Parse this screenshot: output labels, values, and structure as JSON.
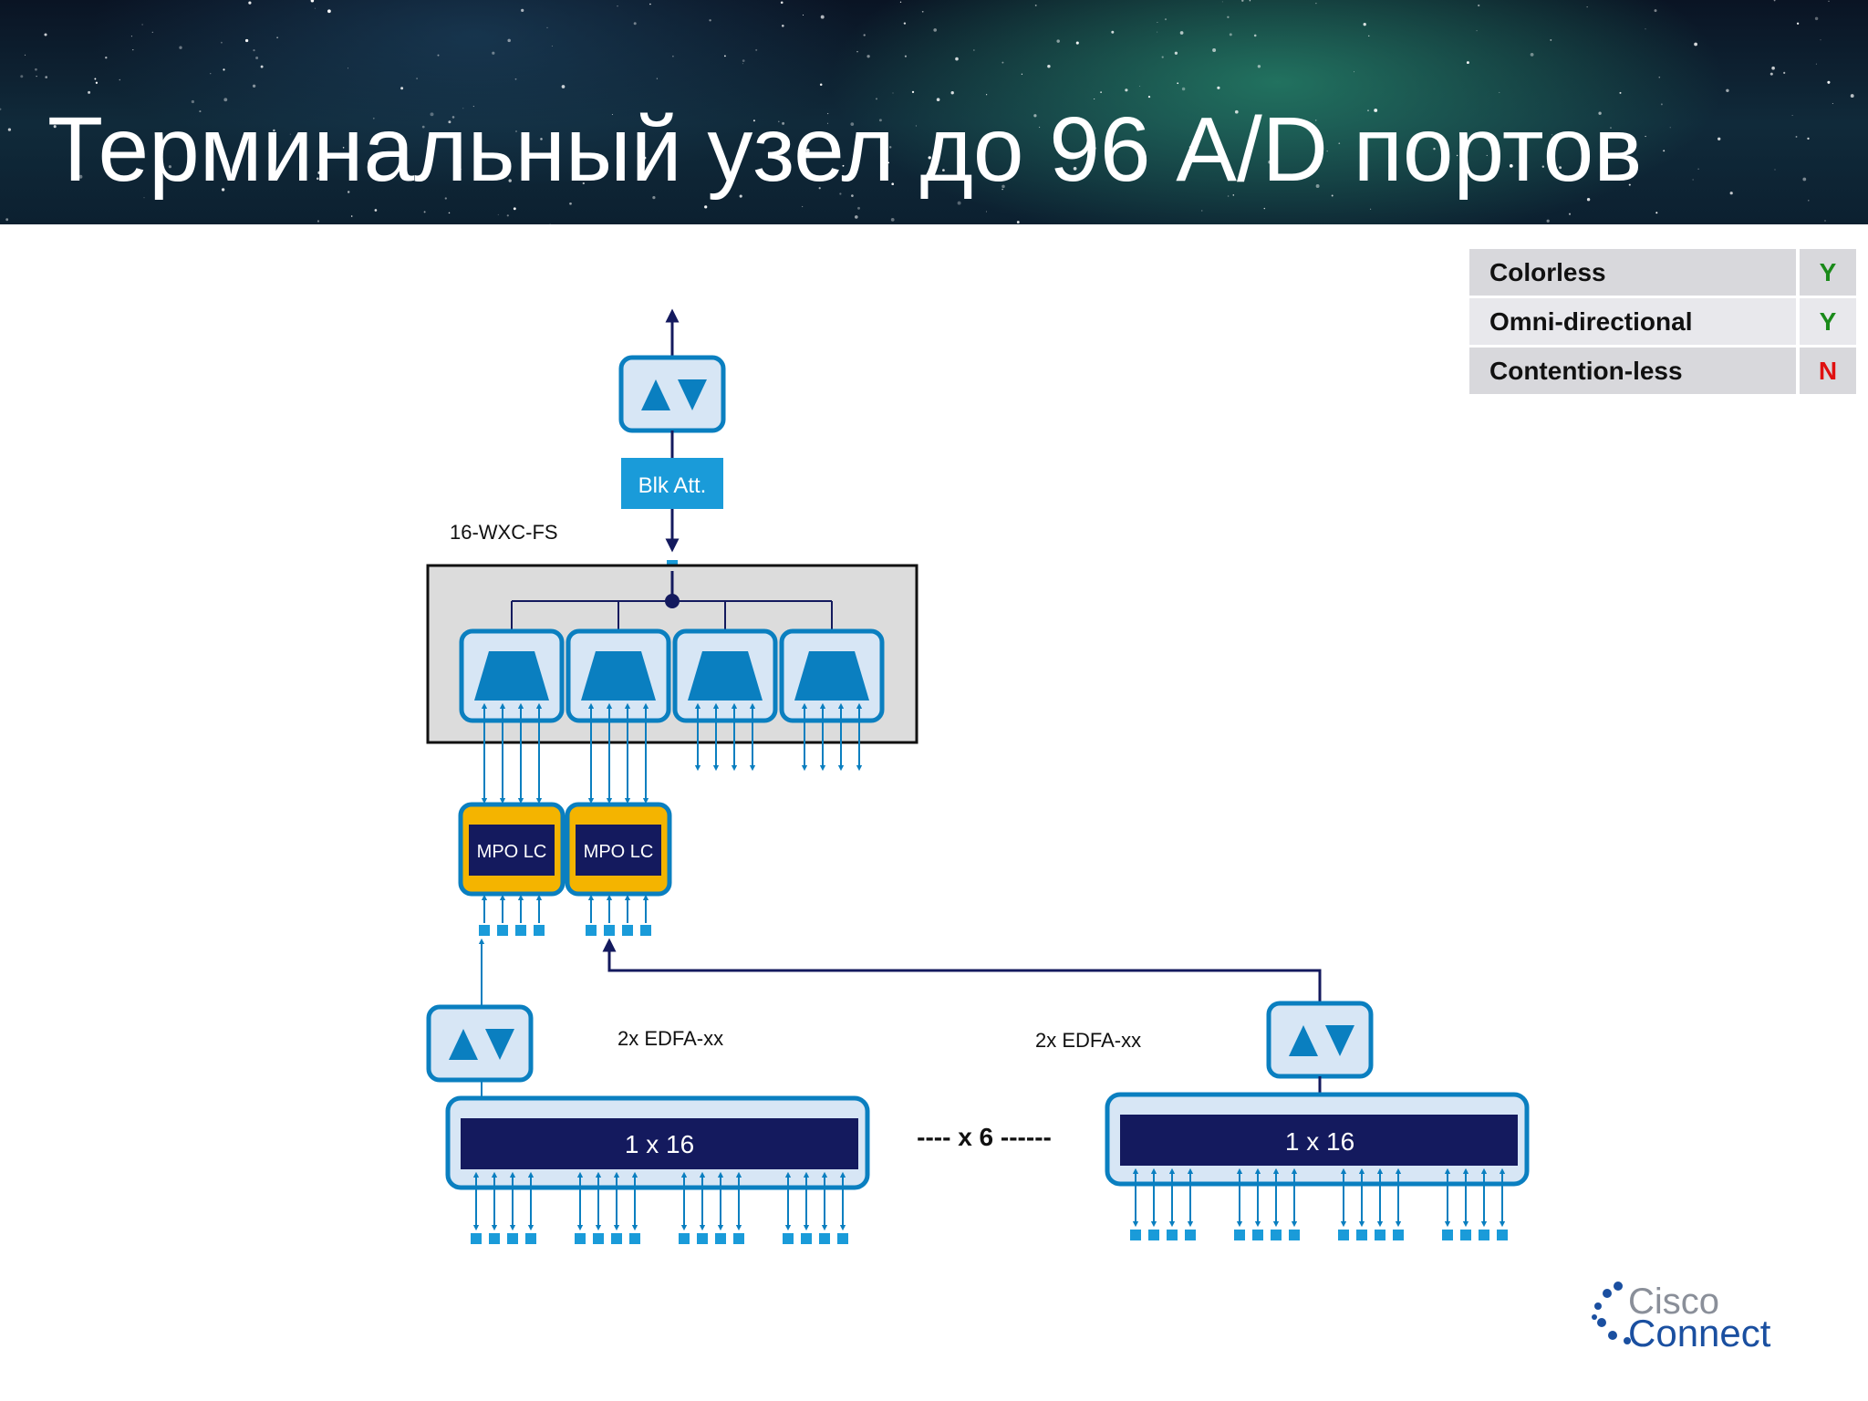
{
  "header": {
    "title": "Терминальный узел до 96 A/D портов"
  },
  "legend": {
    "rows": [
      {
        "feature": "Colorless",
        "value": "Y",
        "color": "#1a8a1a"
      },
      {
        "feature": "Omni-directional",
        "value": "Y",
        "color": "#1a8a1a"
      },
      {
        "feature": "Contention-less",
        "value": "N",
        "color": "#e01010"
      }
    ]
  },
  "diagram": {
    "blk_att_label": "Blk Att.",
    "wxc_label": "16-WXC-FS",
    "mpo_labels": [
      "MPO LC",
      "MPO LC"
    ],
    "edfa_labels": [
      "2x EDFA-xx",
      "2x EDFA-xx"
    ],
    "splitter_labels": [
      "1 x 16",
      "1 x 16"
    ],
    "repeat_label": "---- x 6 ------"
  },
  "logo": {
    "line1": "Cisco",
    "line2": "Connect"
  },
  "colors": {
    "accent_blue": "#0a7fc0",
    "box_fill": "#d7e6f5",
    "dark_navy": "#141a5e",
    "mpo_gold": "#f4b400",
    "blk_att": "#1a9bd9"
  }
}
